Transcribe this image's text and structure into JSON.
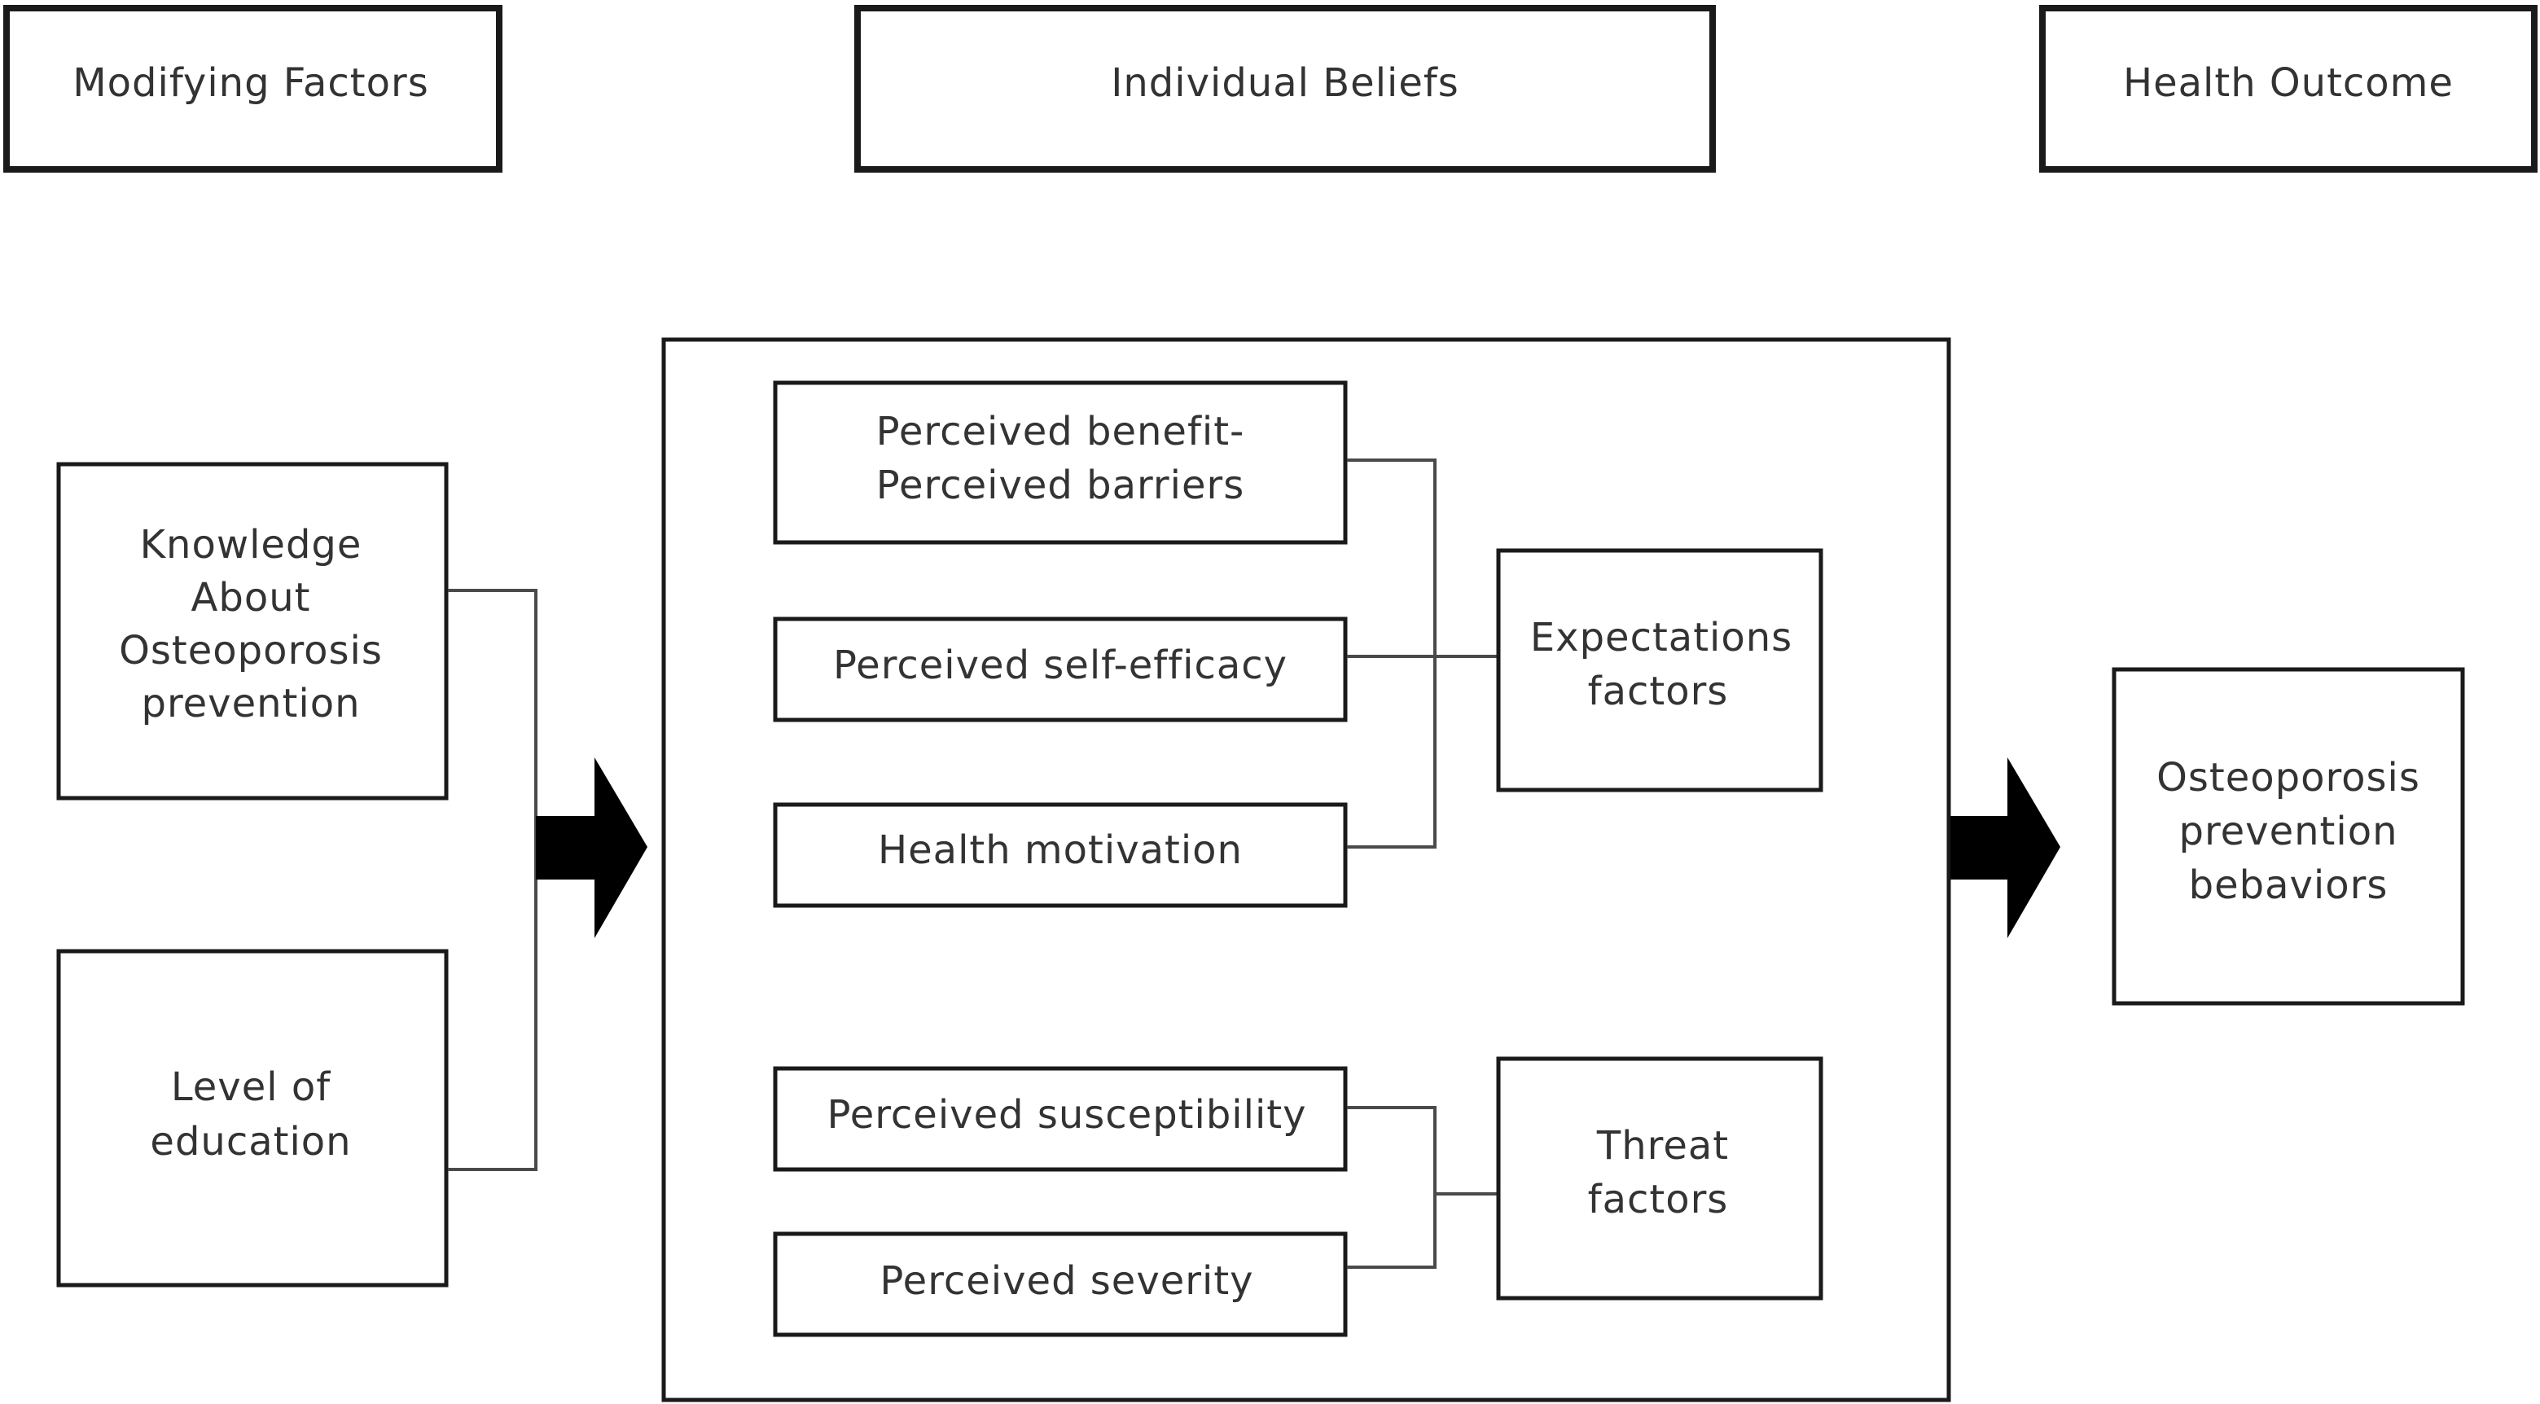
{
  "headers": {
    "modifying": "Modifying Factors",
    "beliefs": "Individual Beliefs",
    "outcome": "Health Outcome"
  },
  "modifying_factors": {
    "knowledge": [
      "Knowledge",
      "About",
      "Osteoporosis",
      "prevention"
    ],
    "education": [
      "Level of",
      "education"
    ]
  },
  "beliefs": {
    "benefit": [
      "Perceived benefit-",
      "Perceived barriers"
    ],
    "self_efficacy": "Perceived self-efficacy",
    "motivation": "Health motivation",
    "susceptibility": "Perceived susceptibility",
    "severity": "Perceived severity"
  },
  "groups": {
    "expectations": [
      "Expectations",
      "factors"
    ],
    "threat": [
      "Threat",
      "factors"
    ]
  },
  "outcome": [
    "Osteoporosis",
    "prevention",
    "bebaviors"
  ]
}
